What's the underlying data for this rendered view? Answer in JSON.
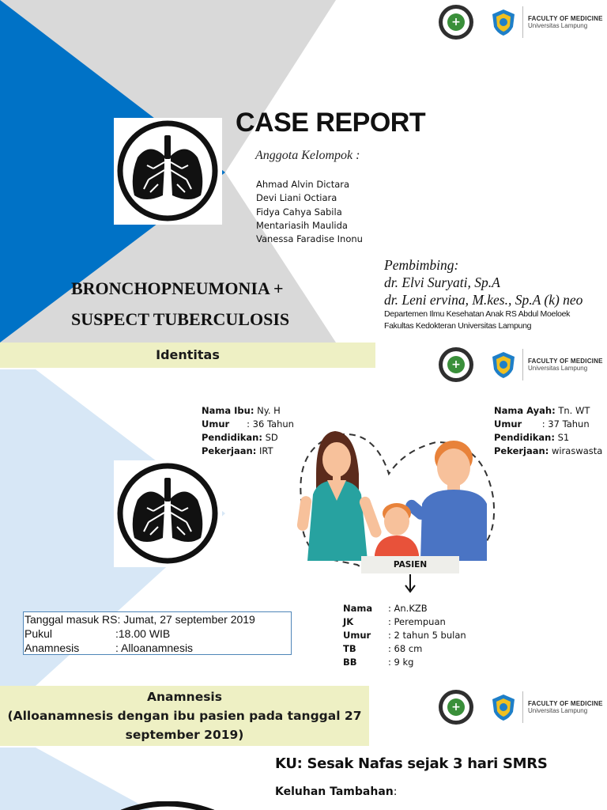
{
  "logos": {
    "faculty_title": "FACULTY OF MEDICINE",
    "faculty_sub": "Universitas Lampung",
    "seal_icon": "university-seal-icon",
    "shield_icon": "unila-shield-icon"
  },
  "colors": {
    "primary_blue": "#0072c6",
    "light_blue": "#d7e7f6",
    "gray": "#d9d9d9",
    "section_bar": "#eef0c4",
    "box_border": "#4f86b8"
  },
  "slide1": {
    "title": "CASE REPORT",
    "anggota_label": "Anggota Kelompok :",
    "members": [
      "Ahmad Alvin Dictara",
      "Devi Liani Octiara",
      "Fidya Cahya Sabila",
      "Mentariasih Maulida",
      "Vanessa Faradise Inonu"
    ],
    "disease_line1": "BRONCHOPNEUMONIA +",
    "disease_line2": "SUSPECT TUBERCULOSIS",
    "pembimbing_label": "Pembimbing:",
    "pembimbing": [
      "dr. Elvi Suryati, Sp.A",
      "dr. Leni ervina, M.kes., Sp.A (k) neo"
    ],
    "department_line1": "Departemen Ilmu Kesehatan Anak RS Abdul Moeloek",
    "department_line2": "Fakultas Kedokteran Universitas Lampung"
  },
  "slide2": {
    "section_title": "Identitas",
    "mother": [
      {
        "k": "Nama Ibu:",
        "v": " Ny. H"
      },
      {
        "k": "Umur",
        "v": "      : 36 Tahun"
      },
      {
        "k": "Pendidikan:",
        "v": " SD"
      },
      {
        "k": "Pekerjaan:",
        "v": " IRT"
      }
    ],
    "father": [
      {
        "k": "Nama Ayah:",
        "v": " Tn. WT"
      },
      {
        "k": "Umur",
        "v": "       : 37 Tahun"
      },
      {
        "k": "Pendidikan:",
        "v": " S1"
      },
      {
        "k": "Pekerjaan:",
        "v": " wiraswasta"
      }
    ],
    "pasien_label": "PASIEN",
    "patient": [
      {
        "k": "Nama",
        "v": ": An.KZB"
      },
      {
        "k": "JK",
        "v": ": Perempuan"
      },
      {
        "k": "Umur",
        "v": ": 2 tahun 5 bulan"
      },
      {
        "k": "TB",
        "v": ": 68 cm"
      },
      {
        "k": "BB",
        "v": ": 9 kg"
      }
    ],
    "admission": [
      {
        "k": "Tanggal masuk RS",
        "v": ": Jumat, 27 september 2019"
      },
      {
        "k": "Pukul",
        "v": ":18.00 WIB"
      },
      {
        "k": "Anamnesis",
        "v": ": Alloanamnesis"
      }
    ]
  },
  "slide3": {
    "section_title_line1": "Anamnesis",
    "section_title_line2": "(Alloanamnesis dengan ibu pasien pada tanggal 27",
    "section_title_line3": "september 2019)",
    "ku": "KU: Sesak Nafas sejak 3 hari SMRS",
    "keluhan_label": "Keluhan Tambahan",
    "keluhan_colon": ":"
  }
}
